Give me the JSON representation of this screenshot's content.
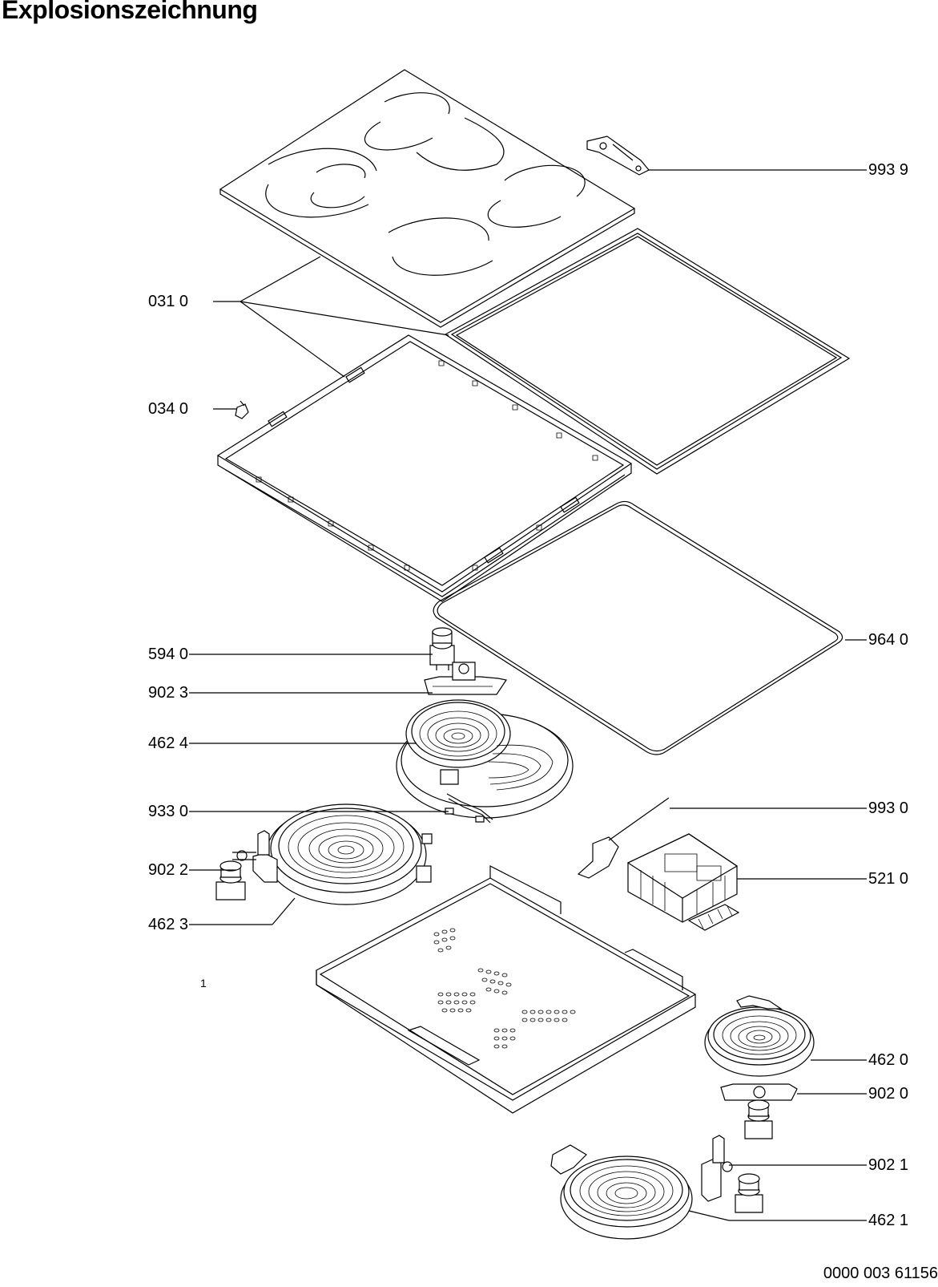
{
  "title": "Explosionszeichnung",
  "labels": {
    "l9939": "993 9",
    "l0310": "031 0",
    "l0340": "034 0",
    "l9640": "964 0",
    "l5940": "594 0",
    "l9023": "902 3",
    "l4624": "462 4",
    "l9330": "933 0",
    "l9930": "993 0",
    "l9022": "902 2",
    "l5210": "521 0",
    "l4623": "462 3",
    "l1": "1",
    "l4620": "462 0",
    "l9020": "902 0",
    "l9021": "902 1",
    "l4621": "462 1"
  },
  "footer": "0000 003 61156"
}
